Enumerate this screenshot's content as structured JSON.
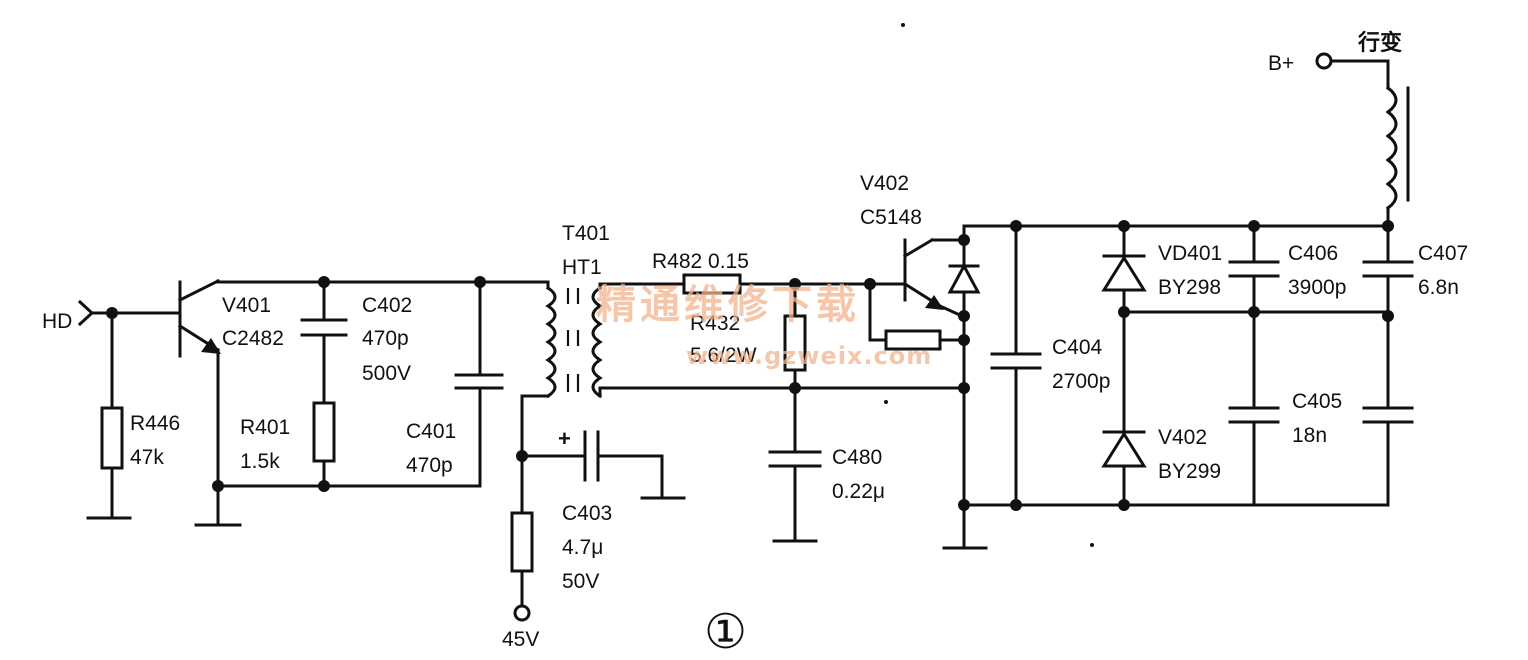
{
  "labels": {
    "hd": "HD",
    "v401": "V401",
    "c2482": "C2482",
    "r446": "R446",
    "r446_val": "47k",
    "c402": "C402",
    "c402_val": "470p",
    "c402_volt": "500V",
    "r401": "R401",
    "r401_val": "1.5k",
    "c401": "C401",
    "c401_val": "470p",
    "t401": "T401",
    "ht1": "HT1",
    "c403": "C403",
    "c403_val": "4.7μ",
    "c403_volt": "50V",
    "plus": "+",
    "v45": "45V",
    "r482": "R482 0.15",
    "r432": "R432",
    "r432_val": "5.6/2W",
    "c480": "C480",
    "c480_val": "0.22μ",
    "v402_top": "V402",
    "c5148": "C5148",
    "c404": "C404",
    "c404_val": "2700p",
    "vd401": "VD401",
    "by298": "BY298",
    "v402_bot": "V402",
    "by299": "BY299",
    "c406": "C406",
    "c406_val": "3900p",
    "c407": "C407",
    "c407_val": "6.8n",
    "c405": "C405",
    "c405_val": "18n",
    "bplus": "B+",
    "flyback": "行变",
    "figure_num": "①"
  },
  "watermark": {
    "cn": "精通维修下载",
    "url": "www.gzweix.com"
  }
}
